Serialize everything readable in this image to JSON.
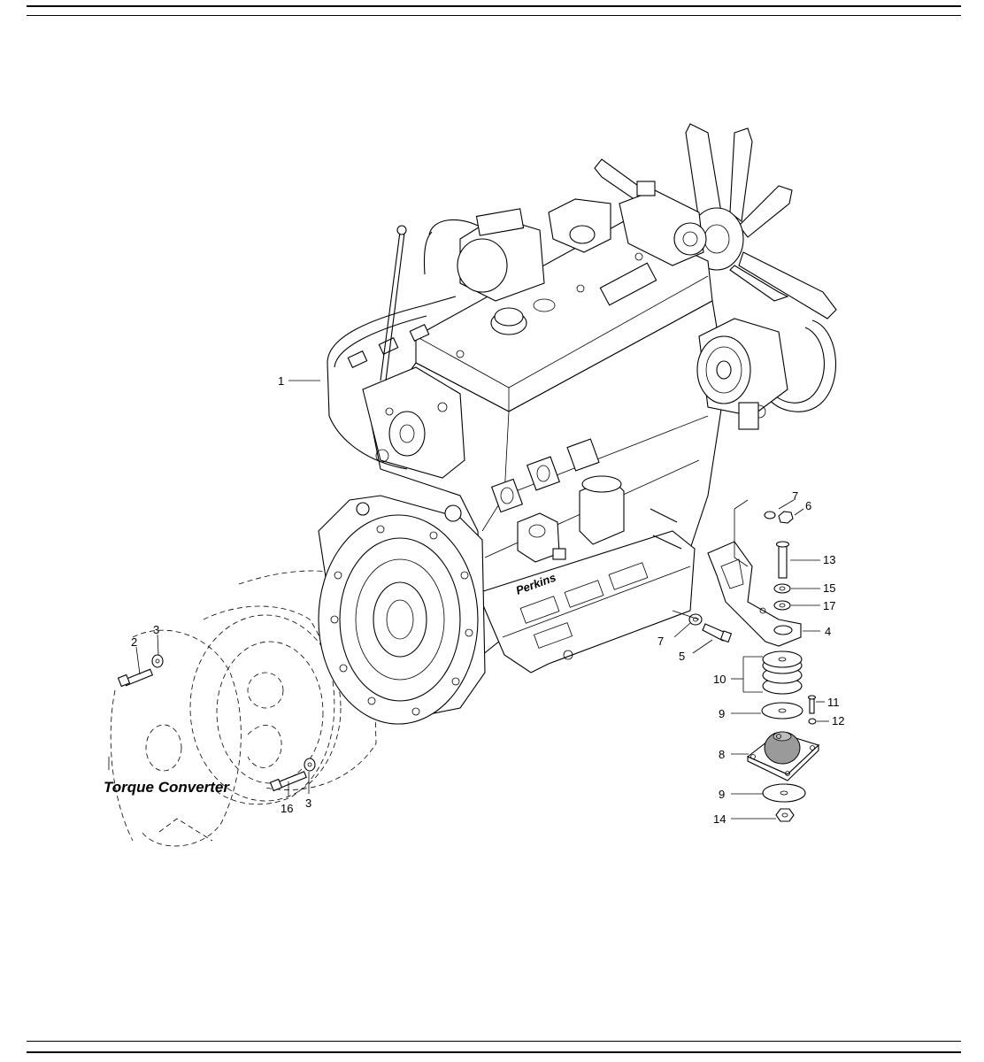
{
  "drawing": {
    "torque_converter_label": "Torque Converter",
    "callouts": {
      "c1": "1",
      "c2": "2",
      "c3a": "3",
      "c3b": "3",
      "c4": "4",
      "c5": "5",
      "c6": "6",
      "c7a": "7",
      "c7b": "7",
      "c8": "8",
      "c9a": "9",
      "c9b": "9",
      "c10": "10",
      "c11": "11",
      "c12": "12",
      "c13": "13",
      "c14": "14",
      "c15": "15",
      "c16": "16",
      "c17": "17"
    },
    "engine_brand": "Perkins"
  }
}
